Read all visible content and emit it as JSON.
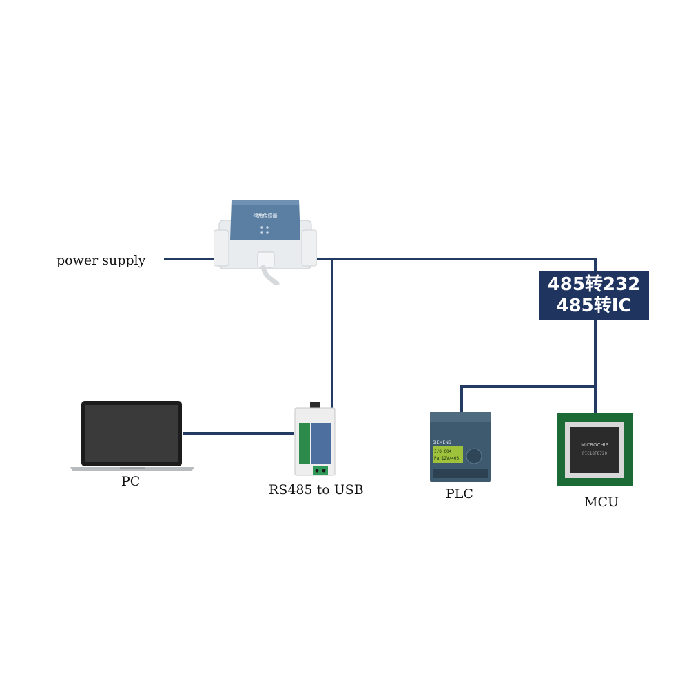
{
  "diagram": {
    "power_supply_label": "power supply",
    "converter_line1": "485转232",
    "converter_line2": "485转IC",
    "pc_label": "PC",
    "usb_converter_label": "RS485 to USB",
    "plc_label": "PLC",
    "mcu_label": "MCU",
    "sensor_text": "倾角传感器",
    "plc_brand": "SIEMENS",
    "plc_screen_line1": "I/O 004",
    "plc_screen_line2": "Par12V/403",
    "mcu_brand": "MICROCHIP",
    "mcu_part": "PIC18F8720"
  },
  "colors": {
    "wire": "#233a63",
    "converter_bg": "#1f3560",
    "sensor_lid": "#5b7fa3"
  }
}
